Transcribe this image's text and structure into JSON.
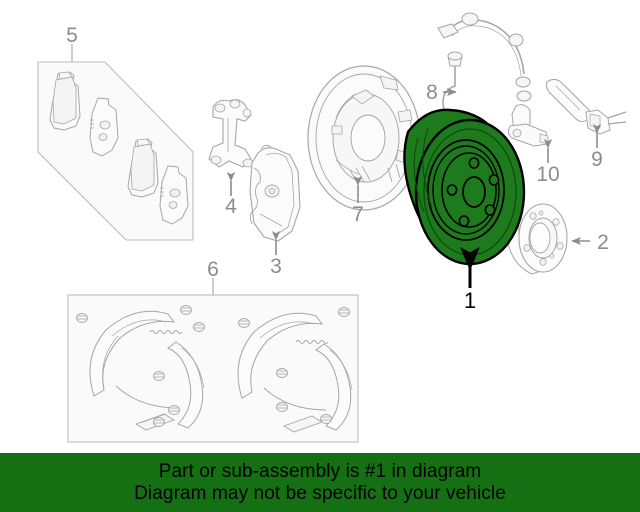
{
  "diagram": {
    "title": "Rear brake assembly exploded parts diagram",
    "highlight_color": "#1d7a1d",
    "line_color": "#a6a6a6",
    "callouts": [
      {
        "id": "1",
        "label": "1",
        "part": "brake-rotor-disc",
        "highlighted": true,
        "arrow": "up",
        "color": "#000000"
      },
      {
        "id": "2",
        "label": "2",
        "part": "wheel-hub-flange",
        "highlighted": false,
        "arrow": "left",
        "color": "#8c8c8c"
      },
      {
        "id": "3",
        "label": "3",
        "part": "brake-caliper",
        "highlighted": false,
        "arrow": "up",
        "color": "#8c8c8c"
      },
      {
        "id": "4",
        "label": "4",
        "part": "caliper-mounting-bracket",
        "highlighted": false,
        "arrow": "up",
        "color": "#8c8c8c"
      },
      {
        "id": "5",
        "label": "5",
        "part": "brake-pad-set",
        "highlighted": false,
        "arrow": "none",
        "color": "#8c8c8c"
      },
      {
        "id": "6",
        "label": "6",
        "part": "parking-brake-shoe-kit",
        "highlighted": false,
        "arrow": "none",
        "color": "#8c8c8c"
      },
      {
        "id": "7",
        "label": "7",
        "part": "brake-backing-plate",
        "highlighted": false,
        "arrow": "up",
        "color": "#8c8c8c"
      },
      {
        "id": "8",
        "label": "8",
        "part": "abs-sensor-harness",
        "highlighted": false,
        "arrow": "right",
        "color": "#8c8c8c"
      },
      {
        "id": "9",
        "label": "9",
        "part": "abs-wheel-speed-sensor",
        "highlighted": false,
        "arrow": "up",
        "color": "#8c8c8c"
      },
      {
        "id": "10",
        "label": "10",
        "part": "abs-sensor-bracket",
        "highlighted": false,
        "arrow": "up",
        "color": "#8c8c8c"
      }
    ]
  },
  "banner": {
    "line1": "Part or sub-assembly is #1 in diagram",
    "line2": "Diagram may not be specific to your vehicle",
    "background": "#157013",
    "text_color": "#000000"
  }
}
